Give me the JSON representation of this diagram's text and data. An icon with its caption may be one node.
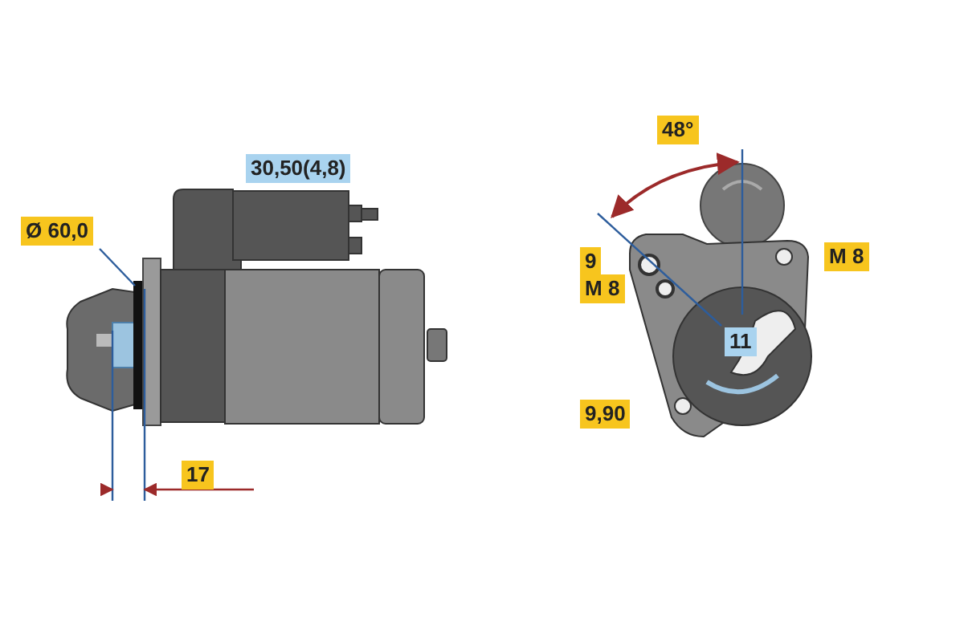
{
  "diagram": {
    "labels": [
      "48°",
      "30,50(4,8)",
      "Ø 60,0",
      "M 8",
      "9",
      "M 8",
      "11",
      "9,90",
      "17"
    ]
  }
}
